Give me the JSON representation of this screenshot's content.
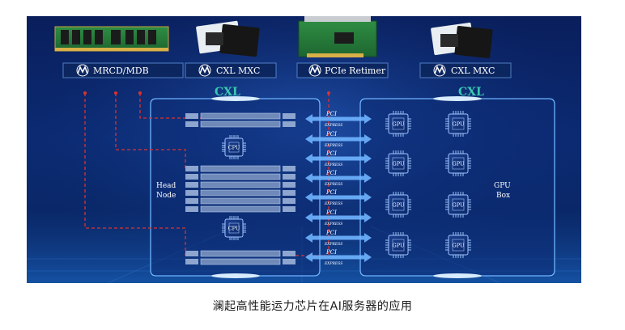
{
  "top_labels": {
    "mrcd": "MRCD/MDB",
    "cxl_mxc_left": "CXL MXC",
    "pcie_retimer": "PCIe Retimer",
    "cxl_mxc_right": "CXL MXC"
  },
  "head_node": {
    "label_line1": "Head",
    "label_line2": "Node",
    "cpu_label": "CPU"
  },
  "gpu_box": {
    "label_line1": "GPU",
    "label_line2": "Box",
    "gpu_label": "GPU"
  },
  "cxl_badge": "CXL",
  "pcie": {
    "top": "PCI",
    "bottom": "EXPRESS"
  },
  "caption": "澜起高性能运力芯片在AI服务器的应用",
  "colors": {
    "background": "#0b2a72",
    "dashed_line": "#e0302e",
    "panel_glow": "#4aa8ff",
    "arrow": "#6fb4ff"
  },
  "icons": [
    "company-logo-icon",
    "memory-module-icon",
    "cxl-chip-card-icon",
    "pcie-retimer-card-icon",
    "cpu-chip-icon",
    "gpu-chip-icon",
    "bidirectional-arrow-icon"
  ]
}
